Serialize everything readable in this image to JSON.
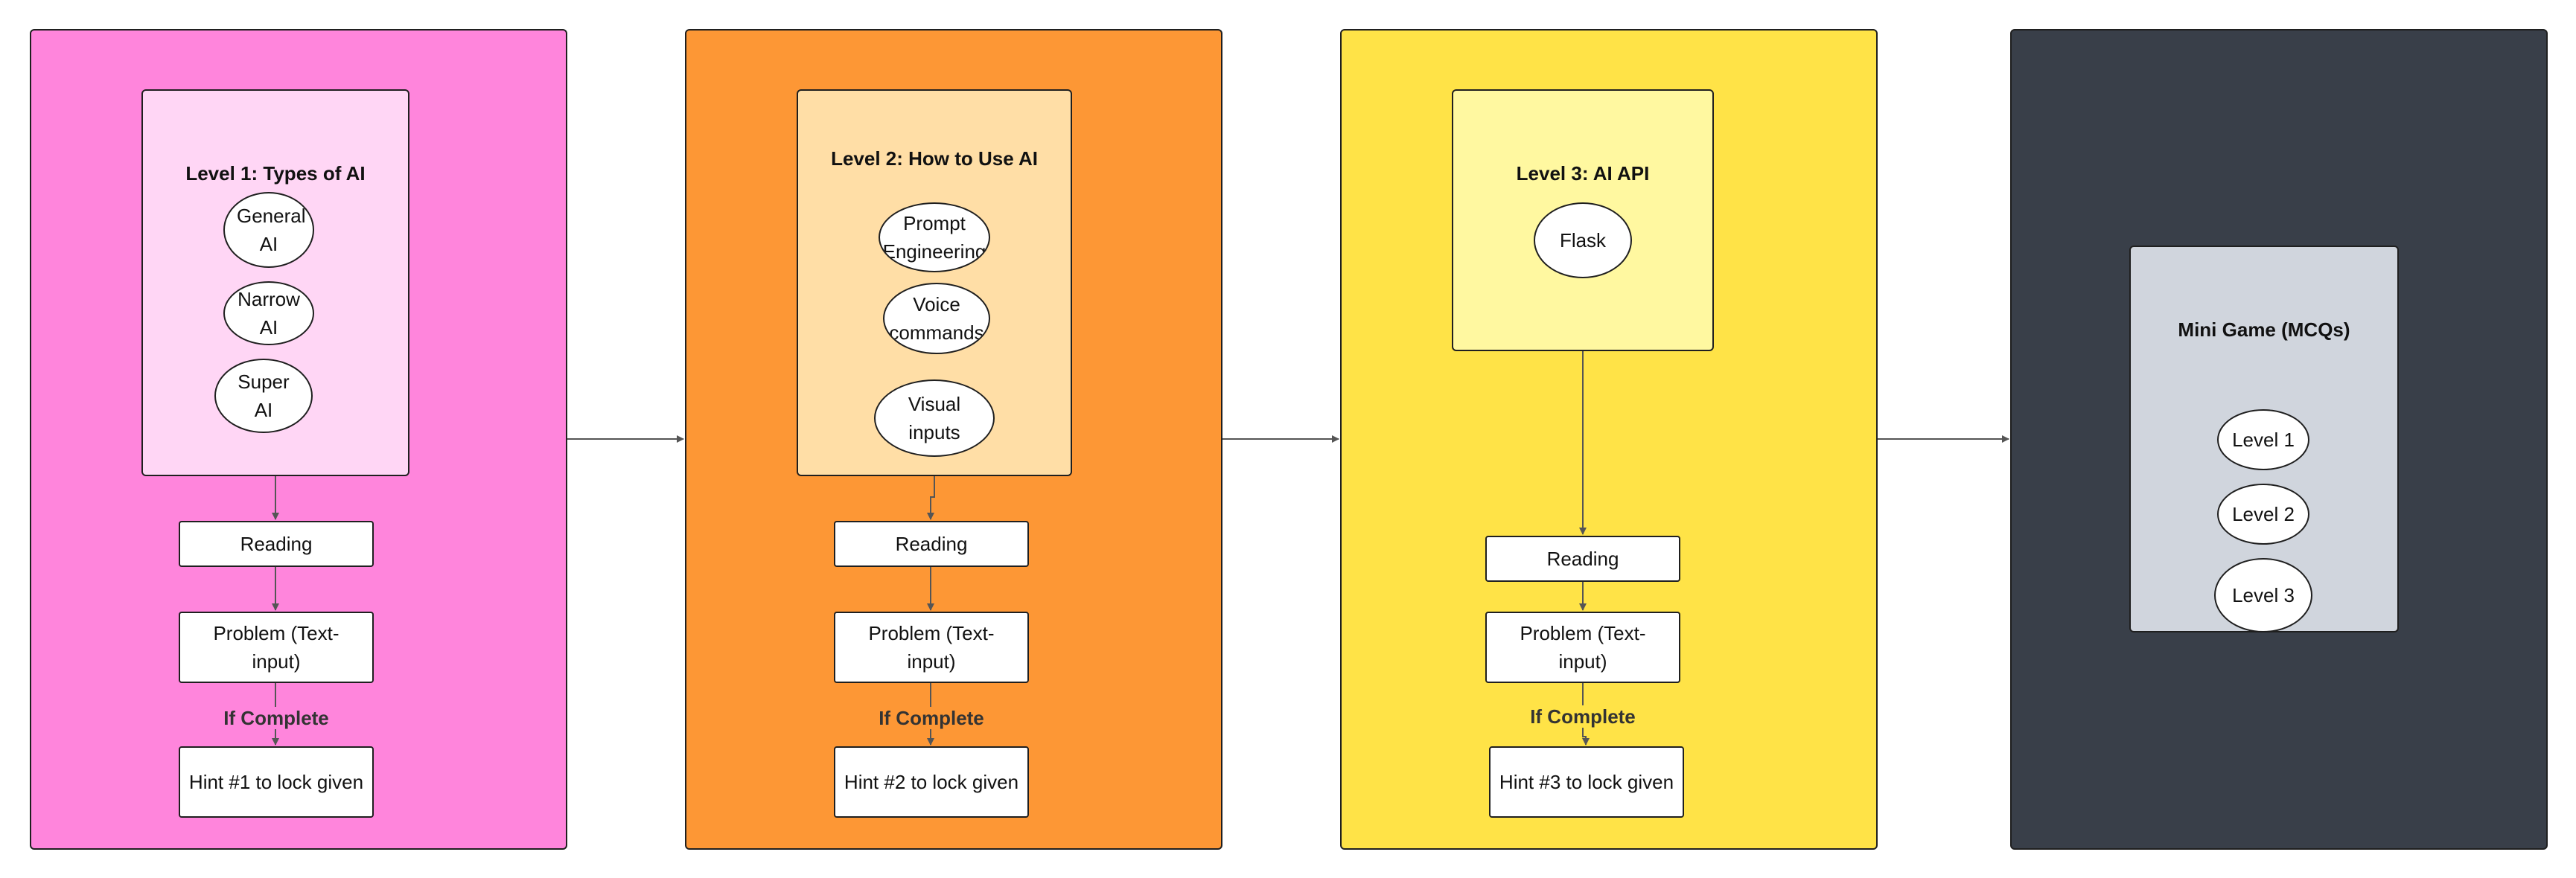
{
  "colors": {
    "panel_level1": "#ff85dc",
    "panel_level2": "#fd9735",
    "panel_level3": "#ffe347",
    "panel_minigame": "#393f49",
    "card_level1": "#ffd6f5",
    "card_level2": "#ffdea6",
    "card_level3": "#fff8a0",
    "card_minigame": "#d0d5dd",
    "arrow": "#555555"
  },
  "level1": {
    "title": "Level 1: Types of AI",
    "concepts": [
      "General AI",
      "Narrow AI",
      "Super AI"
    ],
    "reading": "Reading",
    "problem": "Problem (Text-input)",
    "condition": "If Complete",
    "hint": "Hint #1 to lock given"
  },
  "level2": {
    "title": "Level 2: How to Use AI",
    "concepts": [
      "Prompt Engineering",
      "Voice commands",
      "Visual inputs"
    ],
    "reading": "Reading",
    "problem": "Problem (Text-input)",
    "condition": "If Complete",
    "hint": "Hint #2 to lock given"
  },
  "level3": {
    "title": "Level 3: AI API",
    "concepts": [
      "Flask"
    ],
    "reading": "Reading",
    "problem": "Problem (Text-input)",
    "condition": "If Complete",
    "hint": "Hint #3 to lock given"
  },
  "minigame": {
    "title": "Mini Game (MCQs)",
    "levels": [
      "Level 1",
      "Level 2",
      "Level 3"
    ]
  }
}
